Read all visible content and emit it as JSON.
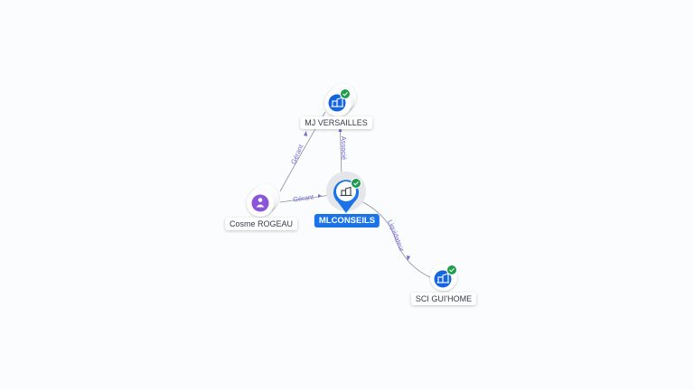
{
  "colors": {
    "edge": "#8a8f9a",
    "edge_label": "#6f6ad6",
    "company": "#1565e0",
    "person": "#8a55d8",
    "verified": "#1f9d4c",
    "node_bg": "#ffffff",
    "main_label_bg": "#1a73e8"
  },
  "nodes": {
    "mj_versailles": {
      "label": "MJ VERSAILLES",
      "icon": "building-icon",
      "verified": true
    },
    "cosme_rogeau": {
      "label": "Cosme ROGEAU",
      "icon": "person-icon",
      "verified": false
    },
    "mlconseils": {
      "label": "MLCONSEILS",
      "icon": "building-icon",
      "verified": true,
      "main": true
    },
    "sci_gui_home": {
      "label": "SCI GUI'HOME",
      "icon": "building-icon",
      "verified": true
    }
  },
  "edges": {
    "rogeau_to_mj": {
      "label": "Gérant"
    },
    "rogeau_to_ml": {
      "label": "Gérant"
    },
    "ml_to_mj": {
      "label": "Associé"
    },
    "ml_to_sci": {
      "label": "Liquidateur"
    }
  }
}
